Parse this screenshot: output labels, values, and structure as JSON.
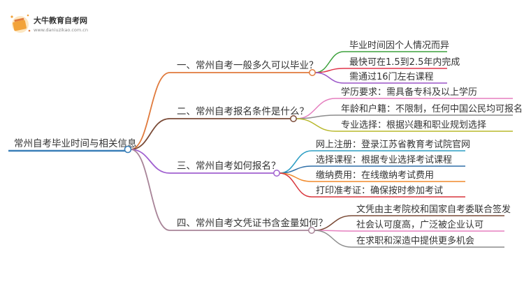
{
  "logo": {
    "title": "大牛教育自考网",
    "url": "www.daniuzikao.com.cn"
  },
  "mindmap": {
    "root": "常州自考毕业时间与相关信息",
    "branches": [
      {
        "label": "一、常州自考一般多久可以毕业？",
        "color": "#E07A3C",
        "children": [
          {
            "label": "毕业时间因个人情况而异",
            "color": "#3CA13C"
          },
          {
            "label": "最快可在1.5到2.5年内完成",
            "color": "#E0344A"
          },
          {
            "label": "需通过16门左右课程",
            "color": "#9A55C8"
          }
        ]
      },
      {
        "label": "二、常州自考报名条件是什么？",
        "color": "#7A4A36",
        "children": [
          {
            "label": "学历要求：需具备专科及以上学历",
            "color": "#E57FBF"
          },
          {
            "label": "年龄和户籍：不限制，任何中国公民均可报名",
            "color": "#8C8C8C"
          },
          {
            "label": "专业选择：根据兴趣和职业规划选择",
            "color": "#B8B82C"
          }
        ]
      },
      {
        "label": "三、常州自考如何报名？",
        "color": "#A060D0",
        "children": [
          {
            "label": "网上注册：登录江苏省教育考试院官网",
            "color": "#2C9EC4"
          },
          {
            "label": "选择课程：根据专业选择考试课程",
            "color": "#2E6FA8"
          },
          {
            "label": "缴纳费用：在线缴纳考试费用",
            "color": "#F08A2C"
          },
          {
            "label": "打印准考证：确保按时参加考试",
            "color": "#D9343B"
          }
        ]
      },
      {
        "label": "四、常州自考文凭证书含金量如何？",
        "color": "#A88498",
        "children": [
          {
            "label": "文凭由主考院校和国家自考委联合签发",
            "color": "#7A4A36"
          },
          {
            "label": "社会认可度高，广泛被企业认可",
            "color": "#E57FBF"
          },
          {
            "label": "在求职和深造中提供更多机会",
            "color": "#8C8C8C"
          }
        ]
      }
    ]
  },
  "colors": {
    "root": "#3A7FB8",
    "logo_orange": "#F2A33A"
  }
}
